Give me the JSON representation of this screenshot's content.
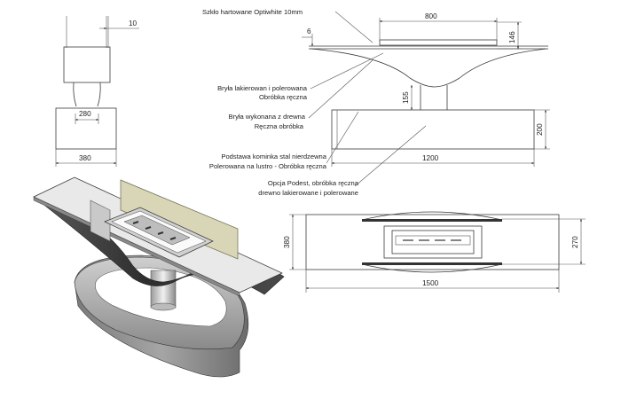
{
  "annotations": {
    "glass": "Szkło hartowane Optiwhite 10mm",
    "body_lacquer_1": "Bryła lakierowan i polerowana",
    "body_lacquer_2": "Obróbka ręczna",
    "body_wood_1": "Bryła wykonana z drewna",
    "body_wood_2": "Ręczna obróbka",
    "base_steel_1": "Podstawa kominka stal nierdzewna",
    "base_steel_2": "Polerowana na lustro - Obróbka ręczna",
    "podest_1": "Opcja Podest, obróbka ręczna",
    "podest_2": "drewno lakierowane i polerowane"
  },
  "dimensions": {
    "side_top": "10",
    "side_inner": "280",
    "side_base": "380",
    "front_width": "800",
    "front_glass": "6",
    "front_height": "146",
    "front_neck": "155",
    "front_base_h": "200",
    "front_base_w": "1200",
    "top_depth": "380",
    "top_inner": "270",
    "top_length": "1500"
  }
}
